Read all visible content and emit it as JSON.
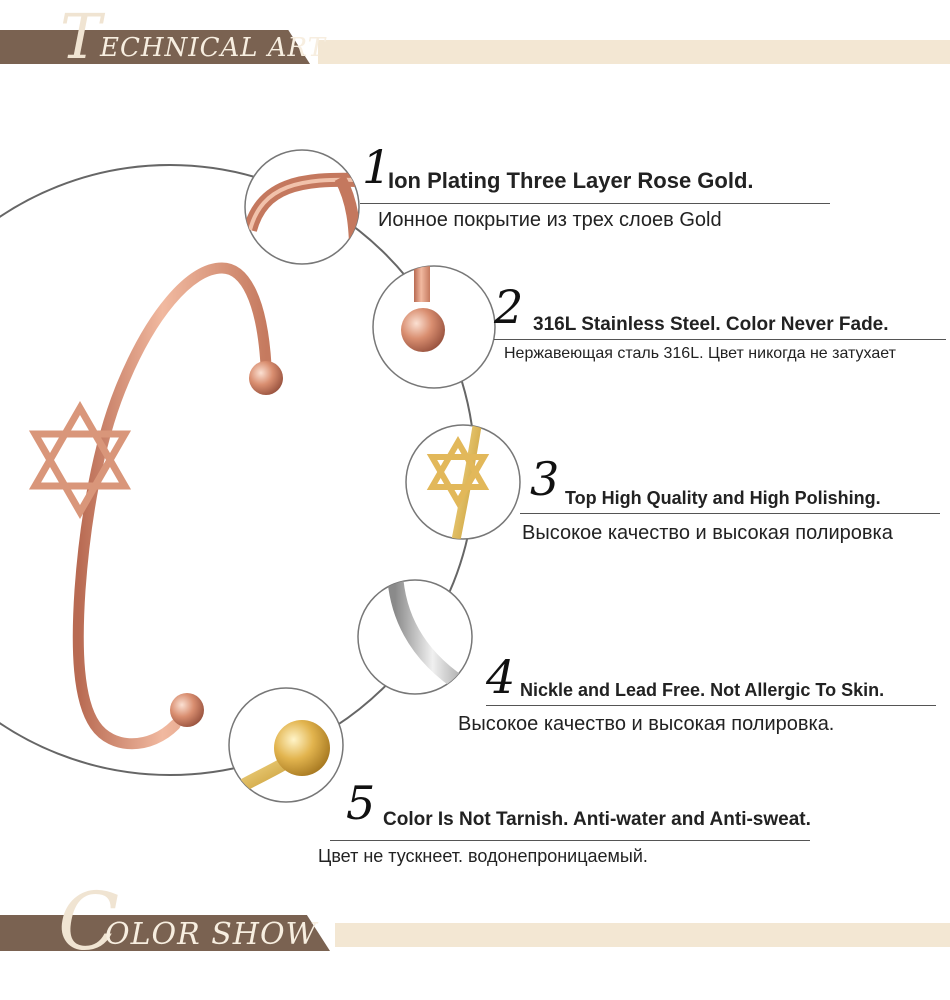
{
  "header": {
    "title_initial": "T",
    "title_rest": "ECHNICAL ART"
  },
  "features": [
    {
      "number": "1",
      "title": "Ion Plating Three Layer Rose Gold.",
      "subtitle": "Ионное покрытие из трех слоев Gold"
    },
    {
      "number": "2",
      "title": "316L Stainless Steel. Color Never Fade.",
      "subtitle": "Нержавеющая сталь 316L. Цвет никогда не затухает"
    },
    {
      "number": "3",
      "title": "Top High Quality and High Polishing.",
      "subtitle": "Высокое качество и высокая полировка"
    },
    {
      "number": "4",
      "title": "Nickle and Lead Free. Not Allergic To Skin.",
      "subtitle": "Высокое качество и высокая полировка."
    },
    {
      "number": "5",
      "title": "Color Is Not Tarnish.  Anti-water and Anti-sweat.",
      "subtitle": "Цвет не тускнеет. водонепроницаемый."
    }
  ],
  "footer": {
    "title_initial": "C",
    "title_rest": "OLOR SHOW"
  },
  "colors": {
    "banner_dark": "#7a6251",
    "banner_light": "#f3e7d3",
    "rose_gold": "#d9967a",
    "gold": "#e2b85a",
    "silver": "#b8b8b8"
  }
}
